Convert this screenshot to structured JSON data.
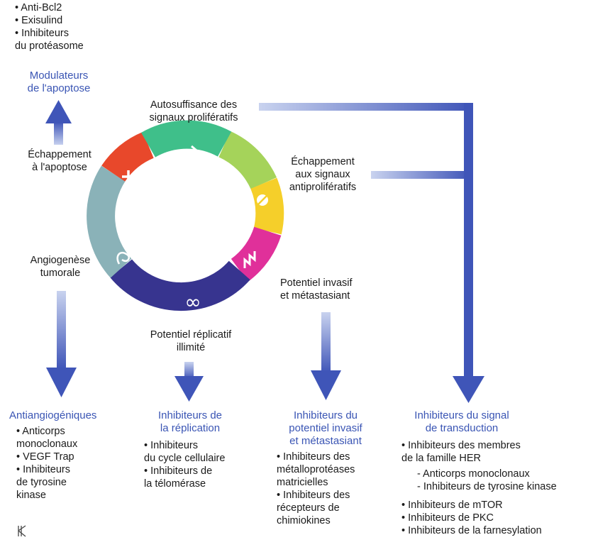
{
  "top_left_list": [
    "• Anti-Bcl2",
    "• Exisulind",
    "• Inhibiteurs",
    "du protéasome"
  ],
  "apoptosis_modulators": [
    "Modulateurs",
    "de l'apoptose"
  ],
  "hallmarks": {
    "self_sufficiency": [
      "Autosuffisance des",
      "signaux prolifératifs"
    ],
    "evade_apoptosis": [
      "Échappement",
      "à l'apoptose"
    ],
    "evade_antiproliferative": [
      "Échappement",
      "aux signaux",
      "antiprolifératifs"
    ],
    "angiogenesis": [
      "Angiogenèse",
      "tumorale"
    ],
    "invasion": [
      "Potentiel invasif",
      "et métastasiant"
    ],
    "replicative": [
      "Potentiel réplicatif",
      "illimité"
    ]
  },
  "boxes": {
    "antiangiogenic": {
      "title": "Antiangiogéniques",
      "items": [
        "• Anticorps",
        "monoclonaux",
        "• VEGF Trap",
        "• Inhibiteurs",
        "de tyrosine",
        "kinase"
      ]
    },
    "replication": {
      "title": [
        "Inhibiteurs de",
        "la réplication"
      ],
      "items": [
        "• Inhibiteurs",
        "du cycle cellulaire",
        "• Inhibiteurs de",
        "la télomérase"
      ]
    },
    "invasion": {
      "title": [
        "Inhibiteurs du",
        "potentiel invasif",
        "et métastasiant"
      ],
      "items": [
        "• Inhibiteurs des",
        "métalloprotéases",
        "matricielles",
        "• Inhibiteurs des",
        "récepteurs de",
        "chimiokines"
      ]
    },
    "transduction": {
      "title": [
        "Inhibiteurs du signal",
        "de transduction"
      ],
      "items": [
        "• Inhibiteurs des membres",
        "de la famille HER"
      ],
      "subitems": [
        "- Anticorps monoclonaux",
        "- Inhibiteurs de tyrosine kinase"
      ],
      "items2": [
        "• Inhibiteurs de mTOR",
        "• Inhibiteurs de PKC",
        "• Inhibiteurs de la farnesylation"
      ]
    }
  },
  "colors": {
    "accent_blue": "#3a55b4",
    "arrow_blue": "#3f55b8",
    "ring_green": "#3fbf8a",
    "ring_yellow": "#f5cf2a",
    "ring_pink": "#e0309a",
    "ring_indigo": "#37348f",
    "ring_grey": "#8ab2b8",
    "ring_red": "#e8482b"
  },
  "icons": [
    "arrow-icon",
    "pill-icon",
    "wave-icon",
    "infinity-icon",
    "vessel-icon",
    "cross-icon",
    "logo-icon"
  ]
}
